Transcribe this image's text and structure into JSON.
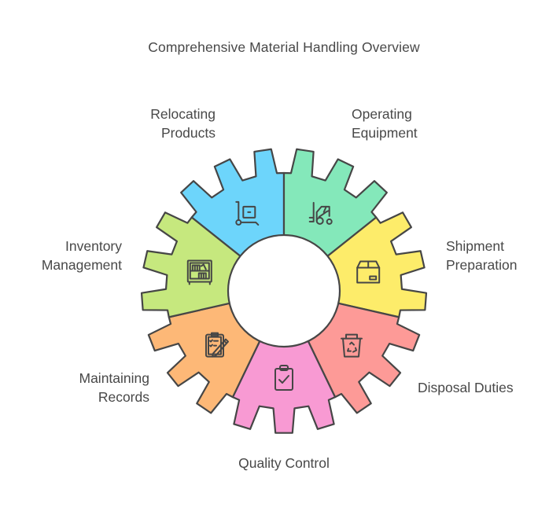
{
  "title": "Comprehensive Material Handling Overview",
  "segments": [
    {
      "id": "relocating-products",
      "label_lines": [
        "Relocating",
        "Products"
      ],
      "color": "#6dd5fb",
      "icon": "hand-truck-icon"
    },
    {
      "id": "operating-equipment",
      "label_lines": [
        "Operating",
        "Equipment"
      ],
      "color": "#84e8ba",
      "icon": "forklift-icon"
    },
    {
      "id": "shipment-preparation",
      "label_lines": [
        "Shipment",
        "Preparation"
      ],
      "color": "#fdec6a",
      "icon": "package-box-icon"
    },
    {
      "id": "disposal-duties",
      "label_lines": [
        "Disposal Duties"
      ],
      "color": "#fd9a97",
      "icon": "recycle-bin-icon"
    },
    {
      "id": "quality-control",
      "label_lines": [
        "Quality Control"
      ],
      "color": "#f89ad3",
      "icon": "clipboard-check-icon"
    },
    {
      "id": "maintaining-records",
      "label_lines": [
        "Maintaining",
        "Records"
      ],
      "color": "#fdb877",
      "icon": "clipboard-pen-icon"
    },
    {
      "id": "inventory-management",
      "label_lines": [
        "Inventory",
        "Management"
      ],
      "color": "#c6e87e",
      "icon": "bookshelf-icon"
    }
  ],
  "stroke_color": "#464646"
}
